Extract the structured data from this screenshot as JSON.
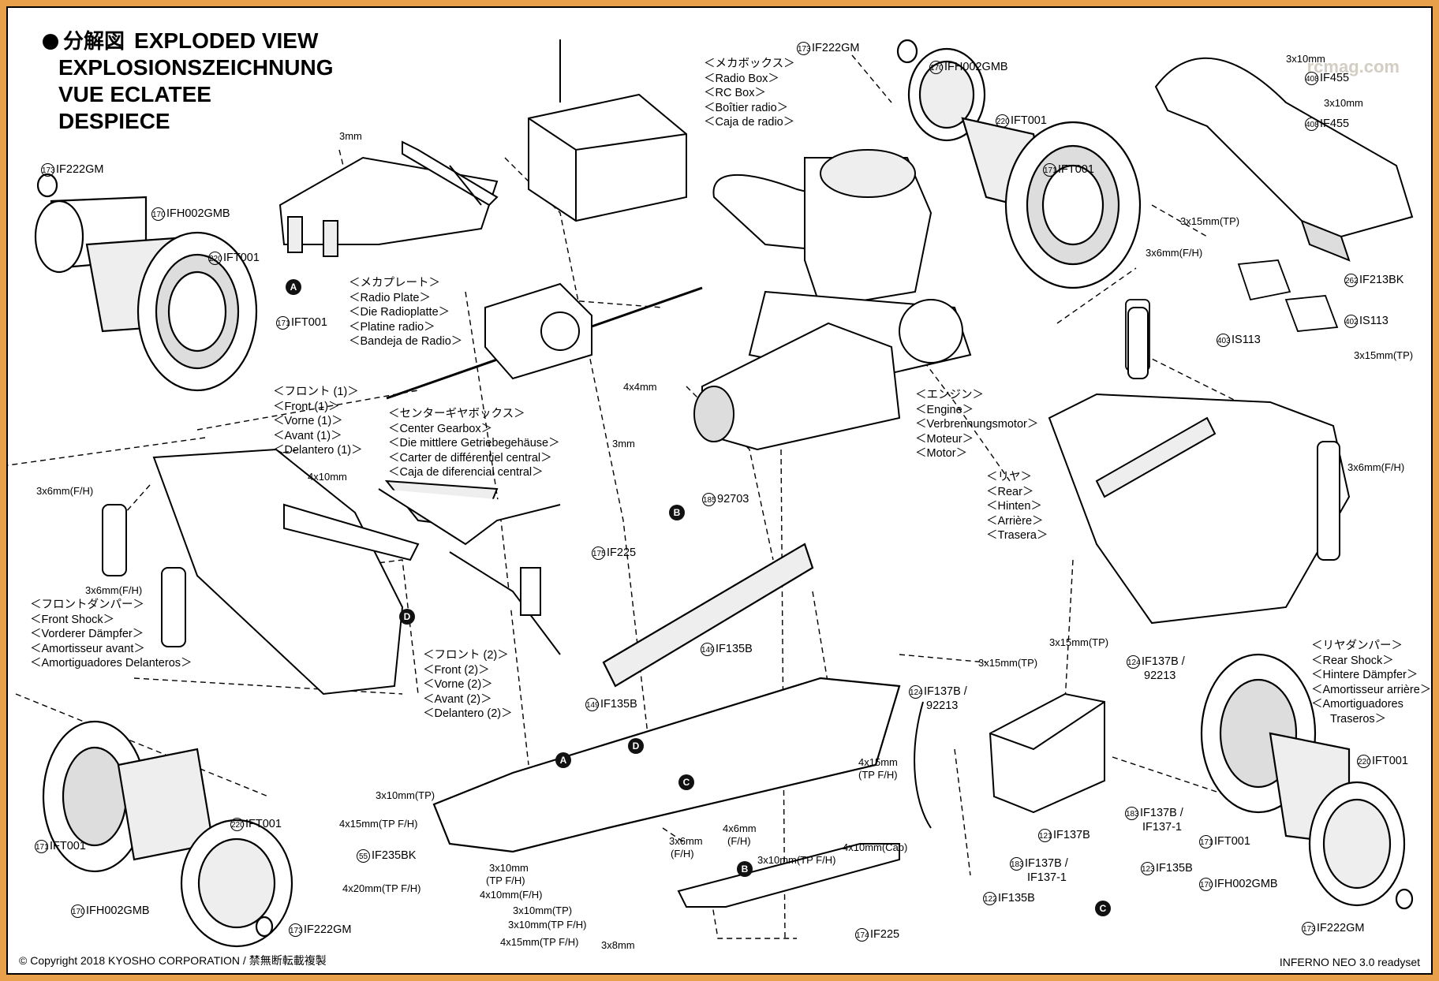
{
  "title": {
    "ja": "分解図",
    "lines": [
      "EXPLODED VIEW",
      "EXPLOSIONSZEICHNUNG",
      "VUE ECLATEE",
      "DESPIECE"
    ]
  },
  "watermark": "rcmag.com",
  "groups": {
    "radio_box": [
      "＜メカボックス＞",
      "＜Radio Box＞",
      "＜RC Box＞",
      "＜Boîtier radio＞",
      "＜Caja de radio＞"
    ],
    "radio_plate": [
      "＜メカプレート＞",
      "＜Radio Plate＞",
      "＜Die Radioplatte＞",
      "＜Platine radio＞",
      "＜Bandeja de Radio＞"
    ],
    "front1": [
      "＜フロント (1)＞",
      "＜Front (1)＞",
      "＜Vorne (1)＞",
      "＜Avant (1)＞",
      "＜Delantero (1)＞"
    ],
    "center_gearbox": [
      "＜センターギヤボックス＞",
      "＜Center Gearbox＞",
      "＜Die mittlere Getriebegehäuse＞",
      "＜Carter de différentiel central＞",
      "＜Caja de diferencial central＞"
    ],
    "engine": [
      "＜エンジン＞",
      "＜Engine＞",
      "＜Verbrennungsmotor＞",
      "＜Moteur＞",
      "＜Motor＞"
    ],
    "rear": [
      "＜リヤ＞",
      "＜Rear＞",
      "＜Hinten＞",
      "＜Arrière＞",
      "＜Trasera＞"
    ],
    "front_shock": [
      "＜フロントダンパー＞",
      "＜Front Shock＞",
      "＜Vorderer Dämpfer＞",
      "＜Amortisseur avant＞",
      "＜Amortiguadores Delanteros＞"
    ],
    "front2": [
      "＜フロント (2)＞",
      "＜Front (2)＞",
      "＜Vorne (2)＞",
      "＜Avant (2)＞",
      "＜Delantero (2)＞"
    ],
    "rear_shock": [
      "＜リヤダンパー＞",
      "＜Rear Shock＞",
      "＜Hintere Dämpfer＞",
      "＜Amortisseur arrière＞",
      "＜Amortiguadores",
      "Traseros＞"
    ]
  },
  "parts": [
    {
      "n": "173",
      "code": "IF222GM"
    },
    {
      "n": "170",
      "code": "IFH002GMB"
    },
    {
      "n": "220",
      "code": "IFT001"
    },
    {
      "n": "171",
      "code": "IFT001"
    },
    {
      "n": "173",
      "code": "IF222GM"
    },
    {
      "n": "170",
      "code": "IFH002GMB"
    },
    {
      "n": "220",
      "code": "IFT001"
    },
    {
      "n": "171",
      "code": "IFT001"
    },
    {
      "n": "408",
      "code": "IF455"
    },
    {
      "n": "408",
      "code": "IF455"
    },
    {
      "n": "262",
      "code": "IF213BK"
    },
    {
      "n": "403",
      "code": "IS113"
    },
    {
      "n": "402",
      "code": "IS113"
    },
    {
      "n": "185",
      "code": "92703"
    },
    {
      "n": "175",
      "code": "IF225"
    },
    {
      "n": "149",
      "code": "IF135B"
    },
    {
      "n": "149",
      "code": "IF135B"
    },
    {
      "n": "124",
      "code": "IF137B /"
    },
    {
      "n": "124",
      "code": "IF137B /"
    },
    {
      "n": "55",
      "code": "IF235BK"
    },
    {
      "n": "174",
      "code": "IF225"
    },
    {
      "n": "121",
      "code": "IF137B"
    },
    {
      "n": "183",
      "code": "IF137B /"
    },
    {
      "n": "183",
      "code": "IF137B /"
    },
    {
      "n": "122",
      "code": "IF135B"
    },
    {
      "n": "123",
      "code": "IF135B"
    },
    {
      "n": "171",
      "code": "IFT001"
    },
    {
      "n": "220",
      "code": "IFT001"
    },
    {
      "n": "171",
      "code": "IFT001"
    },
    {
      "n": "170",
      "code": "IFH002GMB"
    },
    {
      "n": "173",
      "code": "IF222GM"
    },
    {
      "n": "220",
      "code": "IFT001"
    },
    {
      "n": "170",
      "code": "IFH002GMB"
    },
    {
      "n": "173",
      "code": "IF222GM"
    }
  ],
  "part_sublabels": [
    "92213",
    "92213",
    "IF137-1",
    "IF137-1"
  ],
  "screws": [
    "3mm",
    "3x6mm(F/H)",
    "3x6mm(F/H)",
    "4x10mm",
    "4x4mm",
    "3mm",
    "3x10mm",
    "3x10mm",
    "3x15mm(TP)",
    "3x6mm(F/H)",
    "3x15mm(TP)",
    "3x6mm(F/H)",
    "3x15mm(TP)",
    "3x15mm(TP)",
    "4x15mm",
    "(TP F/H)",
    "3x10mm(TP)",
    "4x15mm(TP F/H)",
    "4x10mm(Cap)",
    "4x6mm",
    "(F/H)",
    "3x6mm",
    "(F/H)",
    "3x10mm(TP F/H)",
    "3x10mm",
    "(TP F/H)",
    "4x10mm(F/H)",
    "4x20mm(TP F/H)",
    "3x10mm(TP)",
    "3x10mm(TP F/H)",
    "4x15mm(TP F/H)",
    "3x8mm"
  ],
  "bubbles": [
    "A",
    "A",
    "B",
    "B",
    "C",
    "C",
    "D",
    "D"
  ],
  "footer": {
    "left": "© Copyright 2018 KYOSHO CORPORATION / 禁無断転載複製",
    "right": "INFERNO NEO 3.0 readyset"
  }
}
